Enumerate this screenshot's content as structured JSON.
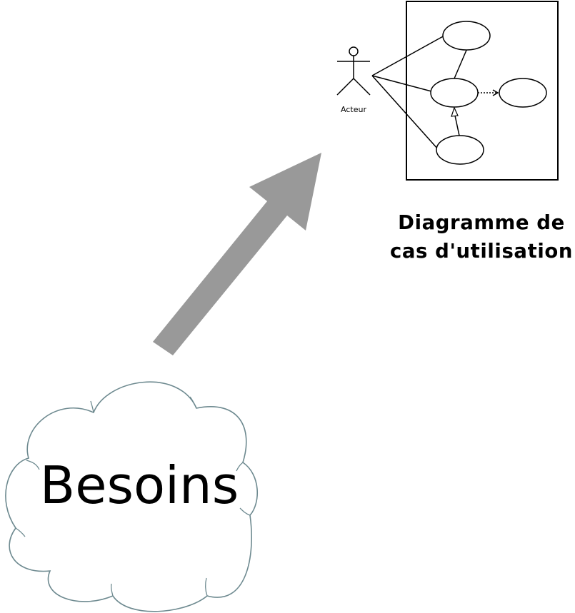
{
  "diagram": {
    "needs_label": "Besoins",
    "actor_label": "Acteur",
    "caption_line1": "Diagramme de",
    "caption_line2": "cas d'utilisation"
  },
  "colors": {
    "arrow": "#999999",
    "cloud_stroke": "#6e8a90",
    "ink": "#000000",
    "background": "#ffffff"
  },
  "icons": {
    "actor": "stick-figure-icon",
    "cloud": "cloud-shape",
    "arrow": "block-arrow"
  }
}
